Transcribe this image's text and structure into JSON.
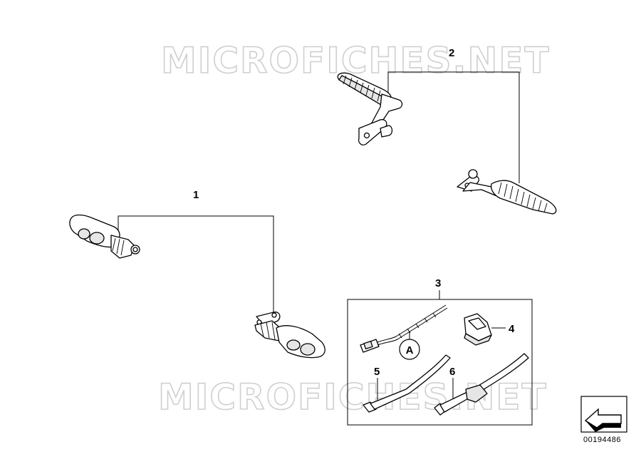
{
  "watermark": "MICROFICHES.NET",
  "callouts": {
    "p1": "1",
    "p2": "2",
    "p3": "3",
    "p4": "4",
    "p5": "5",
    "p6": "6",
    "detail_a": "A"
  },
  "reference_number": "00194486",
  "icons": {
    "logo": "bmw-direction-arrow-icon"
  }
}
